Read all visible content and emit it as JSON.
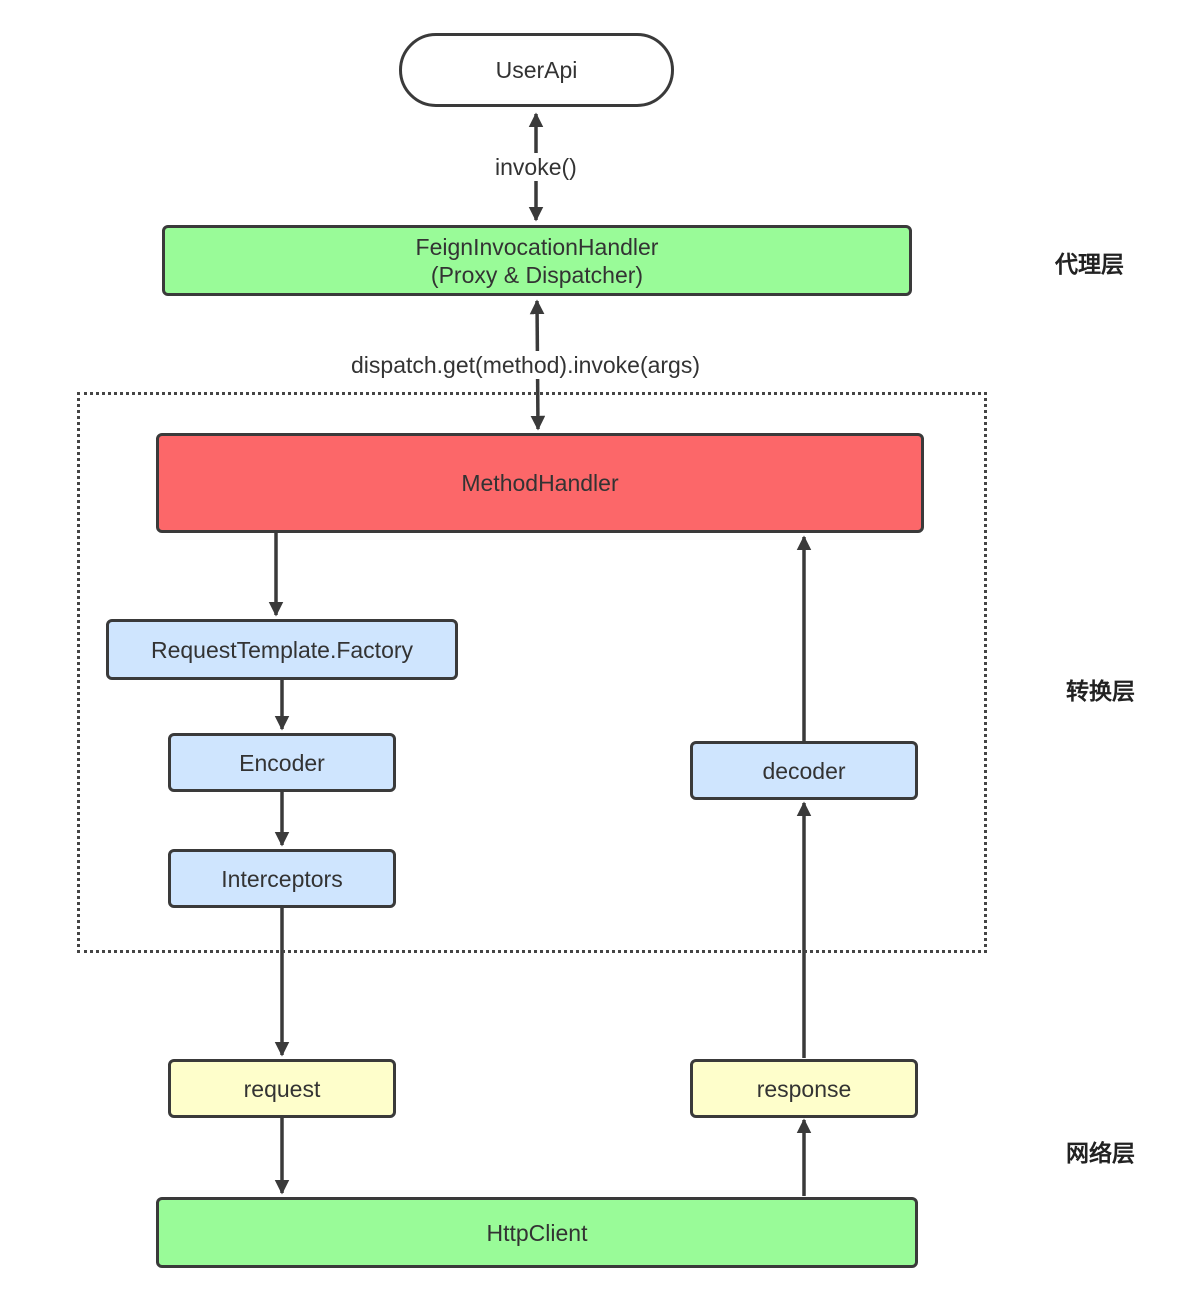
{
  "nodes": {
    "user_api": "UserApi",
    "feign_handler_line1": "FeignInvocationHandler",
    "feign_handler_line2": "(Proxy & Dispatcher)",
    "method_handler": "MethodHandler",
    "request_template_factory": "RequestTemplate.Factory",
    "encoder": "Encoder",
    "interceptors": "Interceptors",
    "decoder": "decoder",
    "request": "request",
    "response": "response",
    "http_client": "HttpClient"
  },
  "edge_labels": {
    "invoke": "invoke()",
    "dispatch": "dispatch.get(method).invoke(args)"
  },
  "layers": {
    "proxy": "代理层",
    "conversion": "转换层",
    "network": "网络层"
  },
  "colors": {
    "green": "#99fb98",
    "red": "#fc6769",
    "blue": "#cfe5fe",
    "yellow": "#fefecb",
    "border": "#3a3a3a"
  }
}
